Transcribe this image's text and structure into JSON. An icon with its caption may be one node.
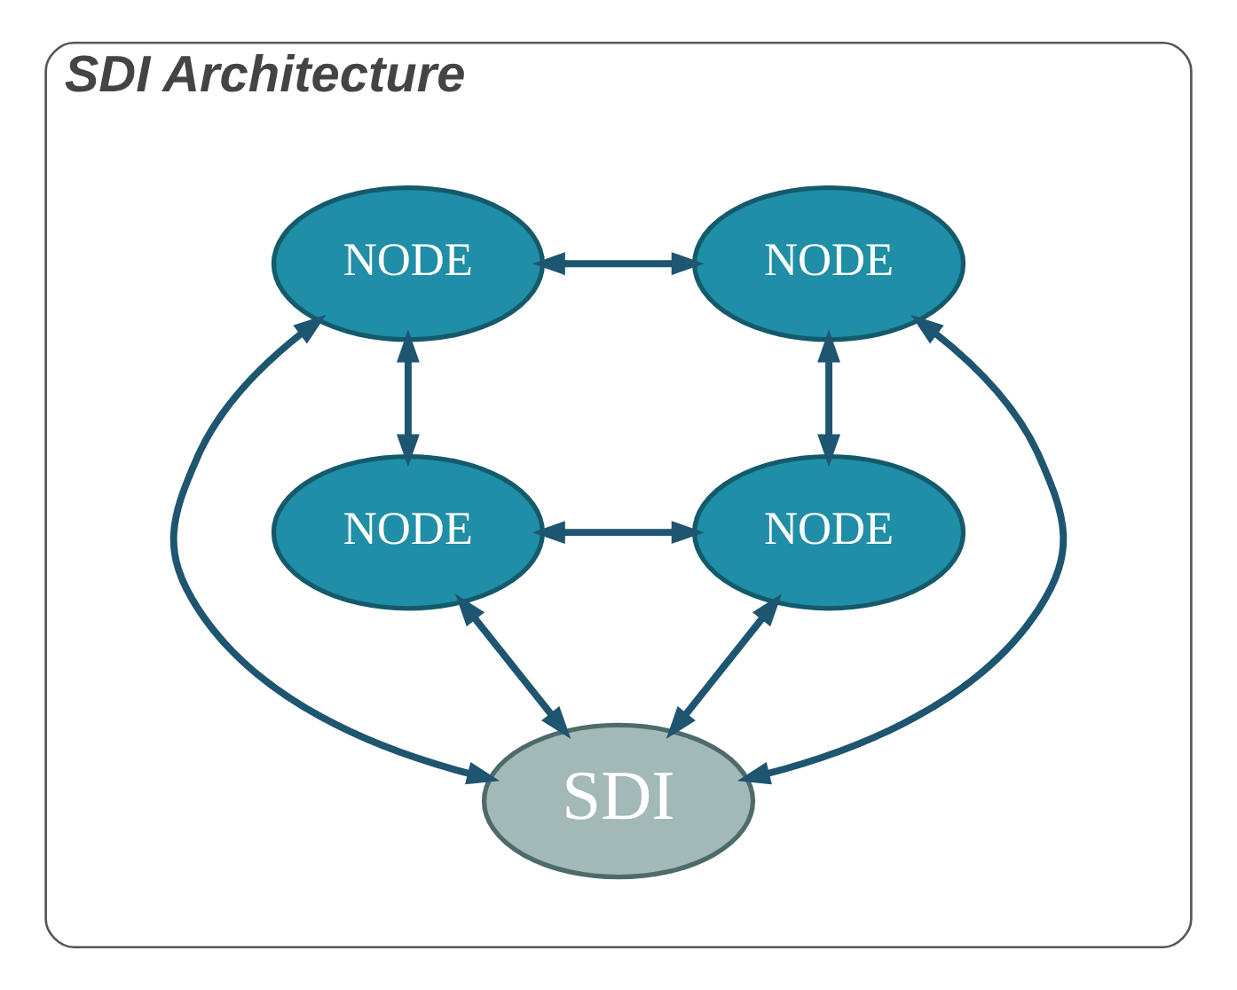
{
  "diagram": {
    "nodes": [
      {
        "text": [
          "SDI Architecture"
        ]
      },
      {
        "text": [
          "NODE"
        ],
        "in": 0
      },
      {
        "text": [
          "NODE"
        ],
        "in": 0
      },
      {
        "text": [
          "SDI"
        ],
        "in": 0
      },
      {
        "text": [
          "NODE"
        ],
        "in": 0
      },
      {
        "text": [
          "NODE"
        ],
        "in": 0
      }
    ],
    "edges": [
      {
        "from": 2,
        "to": 1,
        "arrow": "both"
      },
      {
        "from": 3,
        "to": 1,
        "arrow": "both"
      },
      {
        "from": 1,
        "to": 4,
        "arrow": "both"
      },
      {
        "from": 2,
        "to": 3,
        "arrow": "both"
      },
      {
        "from": 2,
        "to": 5,
        "arrow": "both"
      },
      {
        "from": 3,
        "to": 4,
        "arrow": "both"
      },
      {
        "from": 5,
        "to": 3,
        "arrow": "both"
      },
      {
        "from": 5,
        "to": 4,
        "arrow": "both"
      }
    ]
  }
}
